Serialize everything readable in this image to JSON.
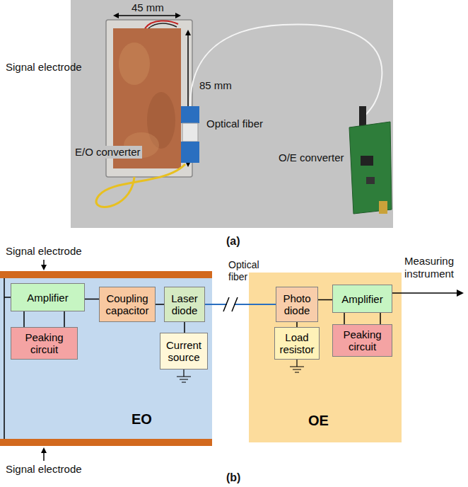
{
  "diagram": {
    "nodes": [
      {
        "text": [
          "EO"
        ]
      },
      {
        "text": [
          "Amplifier"
        ],
        "in": 0
      },
      {
        "text": [
          "Peaking circuit"
        ],
        "in": 0
      },
      {
        "text": [
          "Coupling capacitor"
        ],
        "in": 0
      },
      {
        "text": [
          "Laser diode"
        ],
        "in": 0
      },
      {
        "text": [
          "Current source"
        ],
        "in": 0
      },
      {
        "text": [
          "OE"
        ]
      },
      {
        "text": [
          "Photo diode"
        ],
        "in": 6
      },
      {
        "text": [
          "Load resistor"
        ],
        "in": 6
      },
      {
        "text": [
          "Amplifier"
        ],
        "in": 6
      },
      {
        "text": [
          "Peaking circuit"
        ],
        "in": 6
      }
    ],
    "edges": [
      {
        "from": 1,
        "to": 2,
        "arrow": "none"
      },
      {
        "from": 1,
        "to": 2,
        "arrow": "none"
      },
      {
        "from": 1,
        "to": 3,
        "arrow": "none"
      },
      {
        "from": 3,
        "to": 4,
        "arrow": "none"
      },
      {
        "from": 4,
        "to": 5,
        "arrow": "none"
      },
      {
        "from": 4,
        "to": 7,
        "label": "Optical fiber",
        "arrow": "none"
      },
      {
        "from": 7,
        "to": 8,
        "arrow": "none"
      },
      {
        "from": 7,
        "to": 9,
        "arrow": "none"
      },
      {
        "from": 9,
        "to": 10,
        "arrow": "none"
      },
      {
        "from": 9,
        "to": 10,
        "arrow": "none"
      }
    ],
    "labels": [
      "45 mm",
      "Signal electrode",
      "85 mm",
      "E/O converter",
      "Optical fiber",
      "O/E converter",
      "(a)",
      "Signal electrode",
      "Measuring instrument",
      "Signal electrode",
      "(b)"
    ]
  }
}
